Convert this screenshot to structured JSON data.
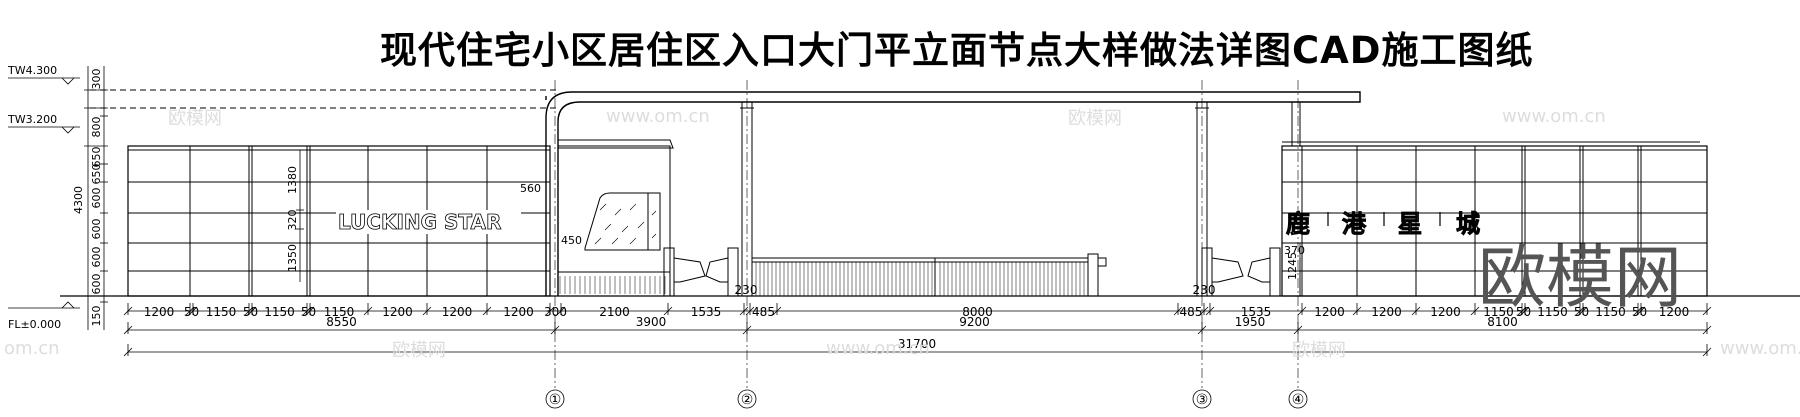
{
  "title": "现代住宅小区居住区入口大门平立面节点大样做法详图CAD施工图纸",
  "levels": {
    "top": "TW4.300",
    "mid": "TW3.200",
    "floor": "FL±0.000"
  },
  "left_height": {
    "total": "4300",
    "segments": [
      "300",
      "800",
      "650",
      "650",
      "600",
      "600",
      "600",
      "600",
      "150"
    ]
  },
  "signs": {
    "left_text": "LUCKING STAR",
    "right_chars": [
      "鹿",
      "港",
      "星",
      "城"
    ]
  },
  "inner_dims": {
    "d1380": "1380",
    "d320": "320",
    "d1350": "1350",
    "d560": "560",
    "d450": "450",
    "d370": "370",
    "d1245": "1245"
  },
  "dim_row1": [
    "1200",
    "50",
    "1150",
    "50",
    "1150",
    "50",
    "1150",
    "1200",
    "1200",
    "1200",
    "300",
    "2100",
    "1535",
    "230",
    "485",
    "8000",
    "485",
    "230",
    "1535",
    "1200",
    "1200",
    "1200",
    "1150",
    "50",
    "1150",
    "50",
    "1150",
    "50",
    "1200"
  ],
  "dim_row2": [
    "8550",
    "3900",
    "9200",
    "1950",
    "8100"
  ],
  "dim_total": "31700",
  "axes": [
    "①",
    "②",
    "③",
    "④"
  ],
  "watermarks": {
    "logo": "欧模网",
    "url": "www.om.cn",
    "url_short": "om.cn"
  }
}
